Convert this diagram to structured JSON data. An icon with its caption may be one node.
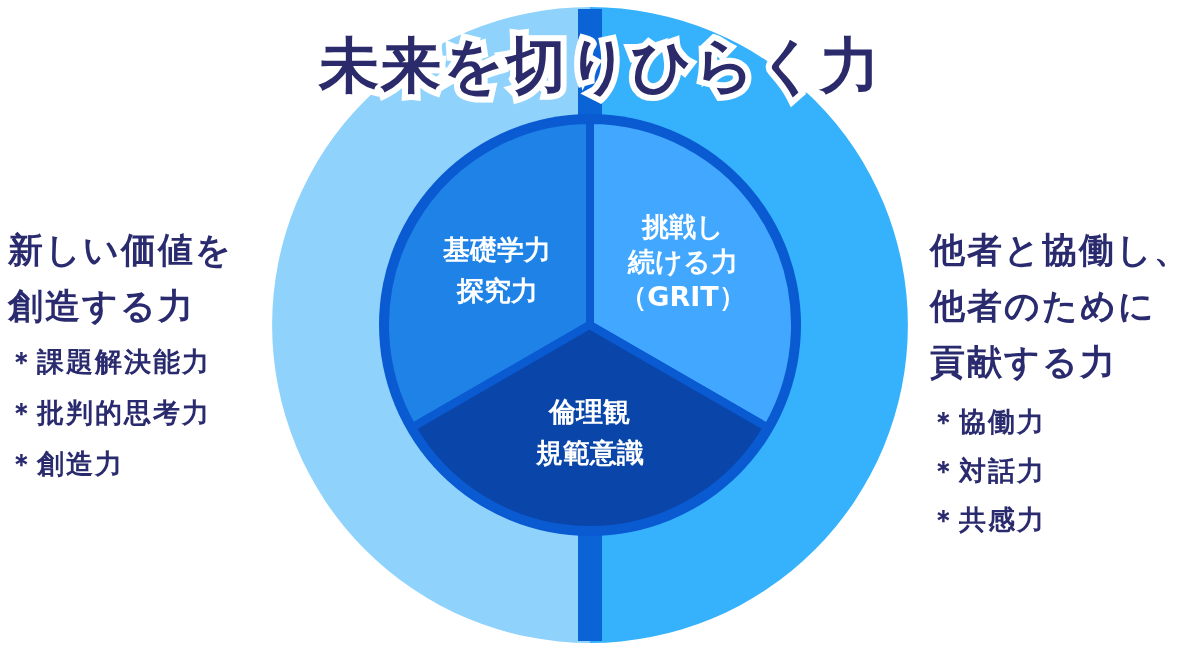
{
  "diagram": {
    "title": "未来を切りひらく力",
    "nodes": [
      {
        "text": [
          "基礎学力",
          "探究力"
        ]
      },
      {
        "text": [
          "挑戦し続ける力（GRIT）"
        ]
      },
      {
        "text": [
          "倫理観",
          "規範意識"
        ]
      }
    ],
    "labels": [
      "新しい価値を創造する力",
      "＊課題解決能力",
      "＊批判的思考力",
      "＊創造力",
      "他者と協働し、他者のために貢献する力",
      "＊協働力",
      "＊対話力",
      "＊共感力"
    ]
  }
}
